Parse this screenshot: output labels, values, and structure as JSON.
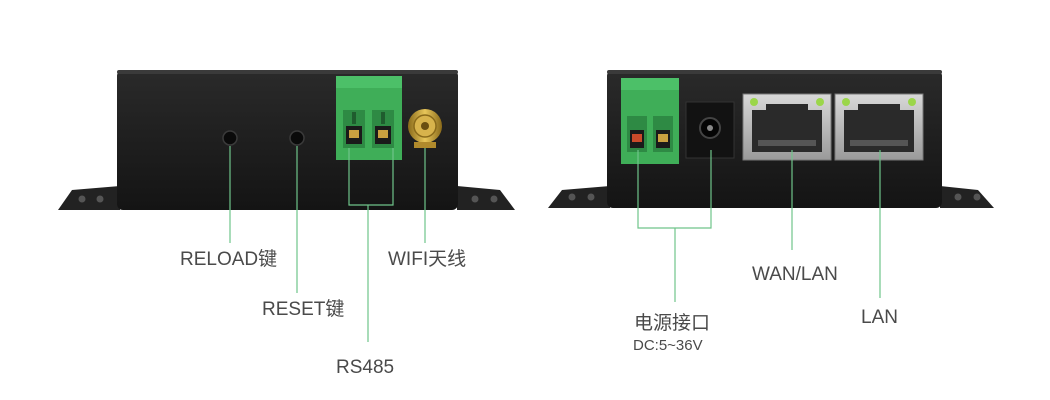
{
  "colors": {
    "device_body": "#1e1e1e",
    "terminal_green": "#3fae58",
    "callout_line": "#6fc48a",
    "label_text": "#4a4a4a",
    "antenna_gold": "#c9a23a",
    "led_green": "#9bd64a"
  },
  "left_device": {
    "labels": {
      "reload": "RELOAD键",
      "reset": "RESET键",
      "rs485": "RS485",
      "wifi": "WIFI天线"
    }
  },
  "right_device": {
    "labels": {
      "power": "电源接口",
      "power_spec": "DC:5~36V",
      "wan_lan": "WAN/LAN",
      "lan": "LAN"
    }
  }
}
